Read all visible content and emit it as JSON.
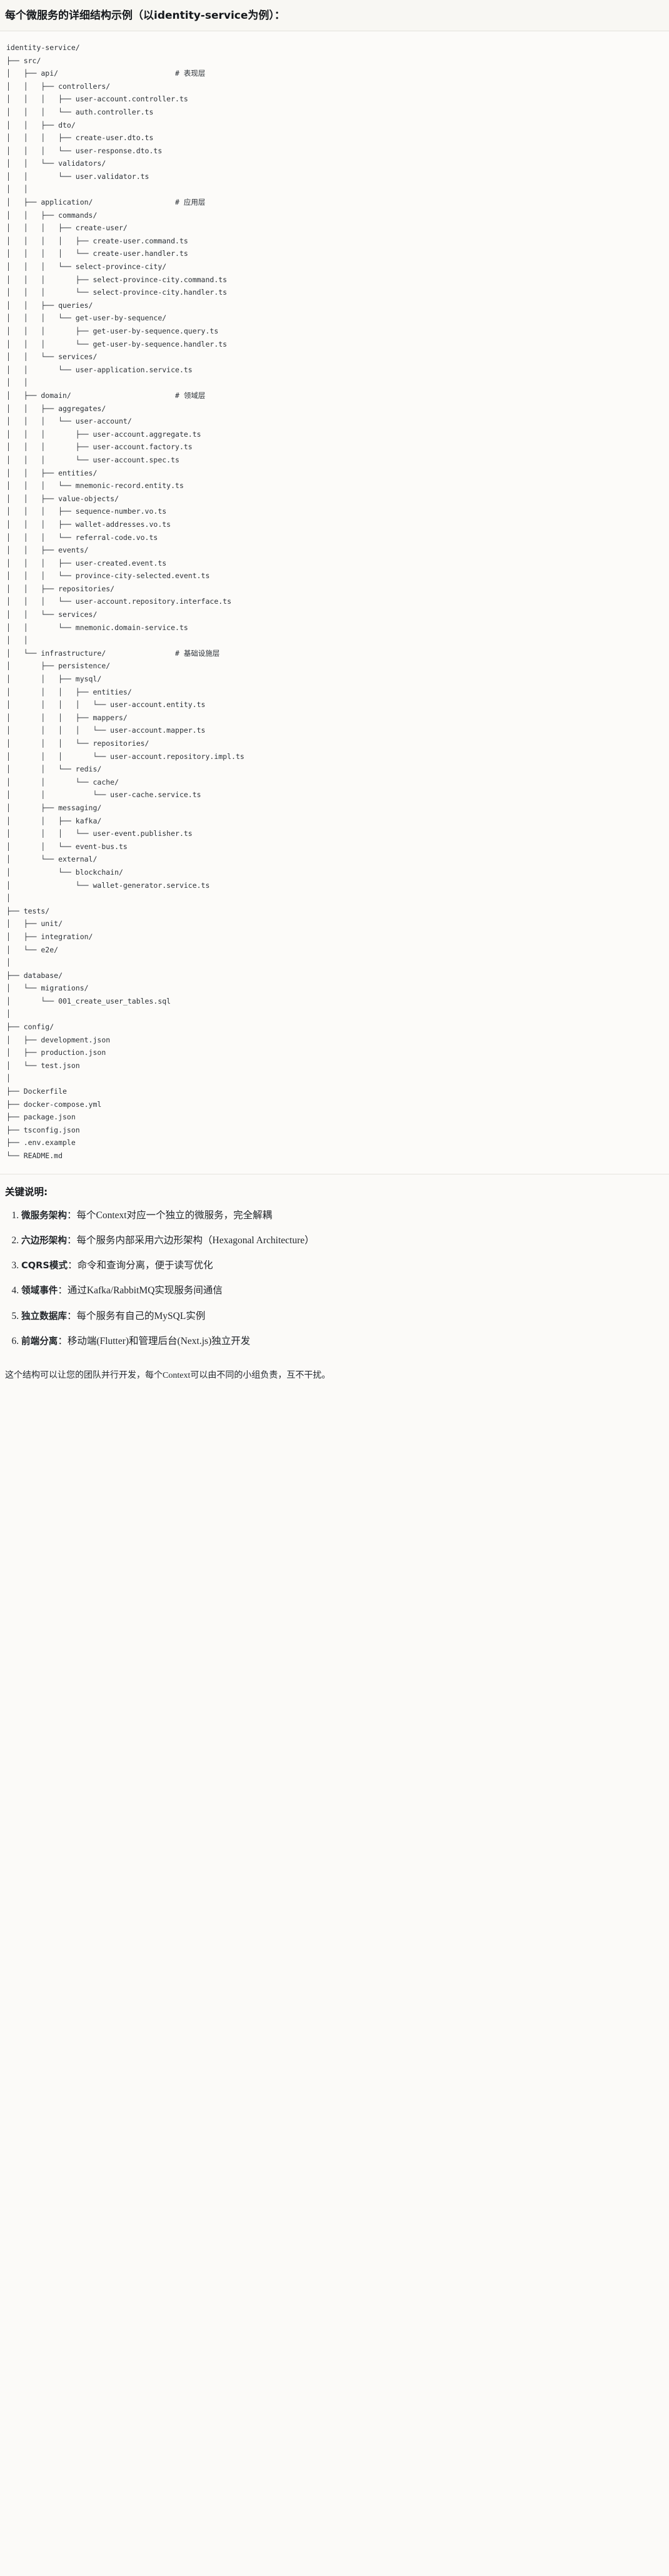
{
  "page": {
    "title": "每个微服务的详细结构示例（以identity-service为例）：",
    "background_color": "#fbfaf8",
    "text_color": "#1f2328"
  },
  "tree": {
    "root": "identity-service/",
    "font": "monospace",
    "comment_marker": "#",
    "lines": [
      "identity-service/",
      "├── src/",
      "│   ├── api/                           # 表现层",
      "│   │   ├── controllers/",
      "│   │   │   ├── user-account.controller.ts",
      "│   │   │   └── auth.controller.ts",
      "│   │   ├── dto/",
      "│   │   │   ├── create-user.dto.ts",
      "│   │   │   └── user-response.dto.ts",
      "│   │   └── validators/",
      "│   │       └── user.validator.ts",
      "│   │",
      "│   ├── application/                   # 应用层",
      "│   │   ├── commands/",
      "│   │   │   ├── create-user/",
      "│   │   │   │   ├── create-user.command.ts",
      "│   │   │   │   └── create-user.handler.ts",
      "│   │   │   └── select-province-city/",
      "│   │   │       ├── select-province-city.command.ts",
      "│   │   │       └── select-province-city.handler.ts",
      "│   │   ├── queries/",
      "│   │   │   └── get-user-by-sequence/",
      "│   │   │       ├── get-user-by-sequence.query.ts",
      "│   │   │       └── get-user-by-sequence.handler.ts",
      "│   │   └── services/",
      "│   │       └── user-application.service.ts",
      "│   │",
      "│   ├── domain/                        # 领域层",
      "│   │   ├── aggregates/",
      "│   │   │   └── user-account/",
      "│   │   │       ├── user-account.aggregate.ts",
      "│   │   │       ├── user-account.factory.ts",
      "│   │   │       └── user-account.spec.ts",
      "│   │   ├── entities/",
      "│   │   │   └── mnemonic-record.entity.ts",
      "│   │   ├── value-objects/",
      "│   │   │   ├── sequence-number.vo.ts",
      "│   │   │   ├── wallet-addresses.vo.ts",
      "│   │   │   └── referral-code.vo.ts",
      "│   │   ├── events/",
      "│   │   │   ├── user-created.event.ts",
      "│   │   │   └── province-city-selected.event.ts",
      "│   │   ├── repositories/",
      "│   │   │   └── user-account.repository.interface.ts",
      "│   │   └── services/",
      "│   │       └── mnemonic.domain-service.ts",
      "│   │",
      "│   └── infrastructure/                # 基础设施层",
      "│       ├── persistence/",
      "│       │   ├── mysql/",
      "│       │   │   ├── entities/",
      "│       │   │   │   └── user-account.entity.ts",
      "│       │   │   ├── mappers/",
      "│       │   │   │   └── user-account.mapper.ts",
      "│       │   │   └── repositories/",
      "│       │   │       └── user-account.repository.impl.ts",
      "│       │   └── redis/",
      "│       │       └── cache/",
      "│       │           └── user-cache.service.ts",
      "│       ├── messaging/",
      "│       │   ├── kafka/",
      "│       │   │   └── user-event.publisher.ts",
      "│       │   └── event-bus.ts",
      "│       └── external/",
      "│           └── blockchain/",
      "│               └── wallet-generator.service.ts",
      "│",
      "├── tests/",
      "│   ├── unit/",
      "│   ├── integration/",
      "│   └── e2e/",
      "│",
      "├── database/",
      "│   └── migrations/",
      "│       └── 001_create_user_tables.sql",
      "│",
      "├── config/",
      "│   ├── development.json",
      "│   ├── production.json",
      "│   └── test.json",
      "│",
      "├── Dockerfile",
      "├── docker-compose.yml",
      "├── package.json",
      "├── tsconfig.json",
      "├── .env.example",
      "└── README.md"
    ]
  },
  "notes": {
    "heading": "关键说明:",
    "items": [
      {
        "term": "微服务架构",
        "sep": "：",
        "desc": "每个Context对应一个独立的微服务，完全解耦"
      },
      {
        "term": "六边形架构",
        "sep": "：",
        "desc": "每个服务内部采用六边形架构（Hexagonal Architecture）"
      },
      {
        "term": "CQRS模式",
        "sep": "：",
        "desc": "命令和查询分离，便于读写优化"
      },
      {
        "term": "领域事件",
        "sep": "：",
        "desc": "通过Kafka/RabbitMQ实现服务间通信"
      },
      {
        "term": "独立数据库",
        "sep": "：",
        "desc": "每个服务有自己的MySQL实例"
      },
      {
        "term": "前端分离",
        "sep": "：",
        "desc": "移动端(Flutter)和管理后台(Next.js)独立开发"
      }
    ]
  },
  "footnote": {
    "text": "这个结构可以让您的团队并行开发，每个Context可以由不同的小组负责，互不干扰。"
  }
}
